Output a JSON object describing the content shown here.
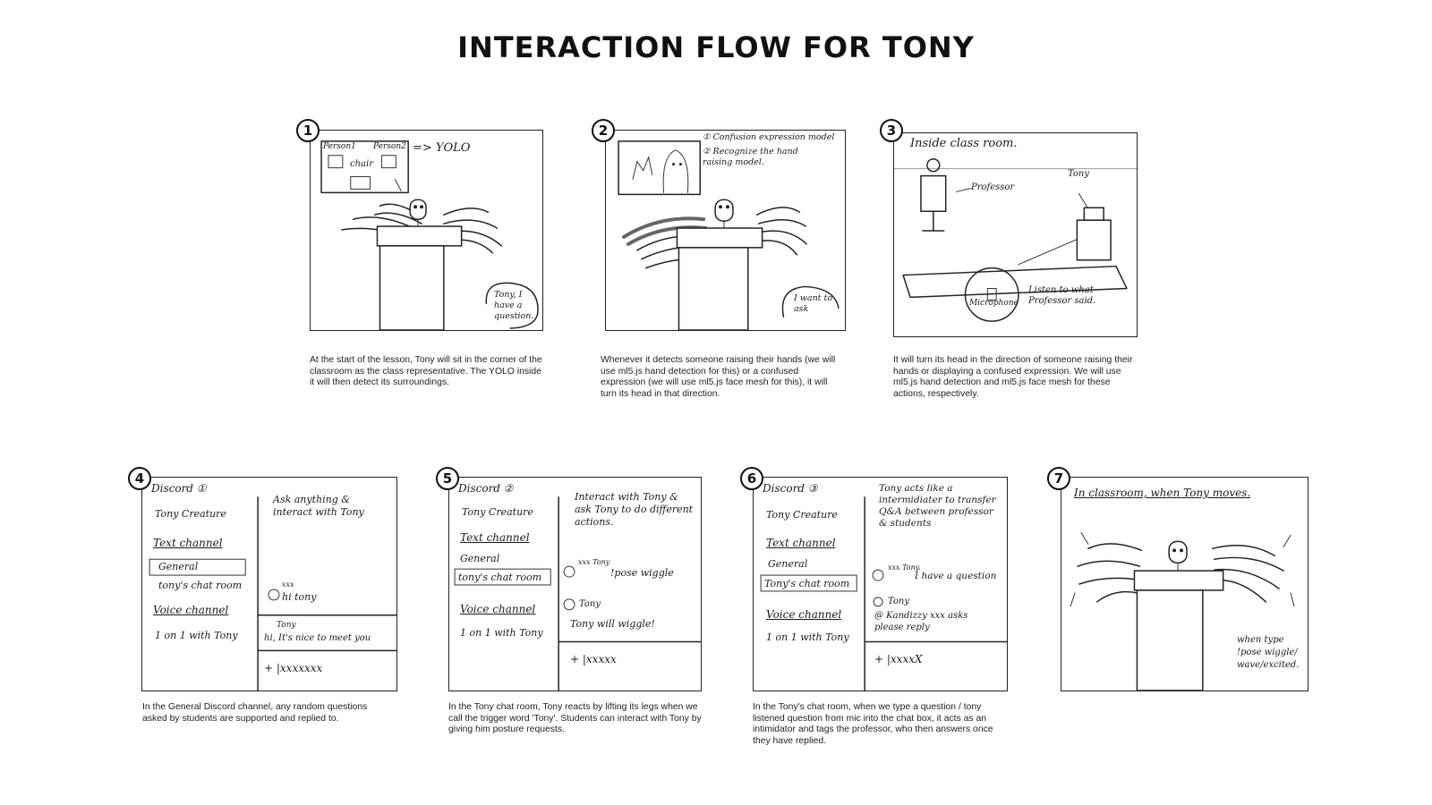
{
  "title": "INTERACTION FLOW FOR TONY",
  "panels": [
    {
      "number": "1",
      "caption": "At the start of the lesson, Tony will sit in the corner of the classroom as the class representative. The YOLO inside it will then detect its surroundings.",
      "labels": {
        "person1": "Person1",
        "person2": "Person2",
        "chair": "chair",
        "yolo": "=> YOLO",
        "bubble": "Tony, I have a question."
      }
    },
    {
      "number": "2",
      "caption": "Whenever it detects someone raising their hands (we will use ml5.js hand detection for this) or a confused expression (we will use ml5.js face mesh for this), it will turn its head in that direction.",
      "labels": {
        "note1": "① Confusion expression model",
        "note2": "② Recognize the hand raising model.",
        "bubble": "I want to ask"
      }
    },
    {
      "number": "3",
      "caption": "It will turn its head in the direction of someone raising their hands or displaying a confused expression. We will use ml5.js hand detection and ml5.js face mesh for these actions, respectively.",
      "labels": {
        "heading": "Inside class room.",
        "professor": "Professor",
        "tony": "Tony",
        "microphone": "Microphone",
        "listen": "Listen to what Professor said."
      }
    },
    {
      "number": "4",
      "caption": "In the General Discord channel, any random questions asked by students are supported and replied to.",
      "sketch": {
        "discord": "Discord ①",
        "server": "Tony Creature",
        "text_channel": "Text channel",
        "general": "General",
        "chat_room": "tony's chat room",
        "voice_channel": "Voice channel",
        "one_on_one": "1 on 1 with Tony",
        "note": "Ask anything & interact with Tony",
        "msg_user": "xxx",
        "msg1": "hi tony",
        "reply_name": "Tony",
        "reply": "hi, It's nice to meet you",
        "input": "+ |xxxxxxx"
      }
    },
    {
      "number": "5",
      "caption": "In the Tony chat room, Tony reacts by lifting its legs when we call the trigger word 'Tony'. Students can interact with Tony by giving him posture requests.",
      "sketch": {
        "discord": "Discord ②",
        "server": "Tony Creature",
        "text_channel": "Text channel",
        "general": "General",
        "chat_room": "tony's chat room",
        "voice_channel": "Voice channel",
        "one_on_one": "1 on 1 with Tony",
        "note": "Interact with Tony & ask Tony to do different actions.",
        "msg_user": "xxx Tony",
        "msg1": "!pose wiggle",
        "reply_name": "Tony",
        "reply": "Tony will wiggle!",
        "input": "+ |xxxxx"
      }
    },
    {
      "number": "6",
      "caption": "In the Tony's chat room, when we type a question / tony listened question from mic into the chat box, it acts as an intimidator and tags the professor, who then answers once they have replied.",
      "sketch": {
        "discord": "Discord ③",
        "server": "Tony Creature",
        "text_channel": "Text channel",
        "general": "General",
        "chat_room": "Tony's chat room",
        "voice_channel": "Voice channel",
        "one_on_one": "1 on 1 with Tony",
        "note": "Tony acts like a intermidiater to transfer Q&A between professor & students",
        "msg_user": "xxx Tony.",
        "msg1": "I have a question",
        "reply_name": "Tony",
        "reply": "@ Kandizzy xxx asks please reply",
        "input": "+ |xxxxX"
      }
    },
    {
      "number": "7",
      "caption": "",
      "labels": {
        "heading": "In classroom, when Tony moves.",
        "note": "when type !pose wiggle/ wave/excited."
      }
    }
  ]
}
